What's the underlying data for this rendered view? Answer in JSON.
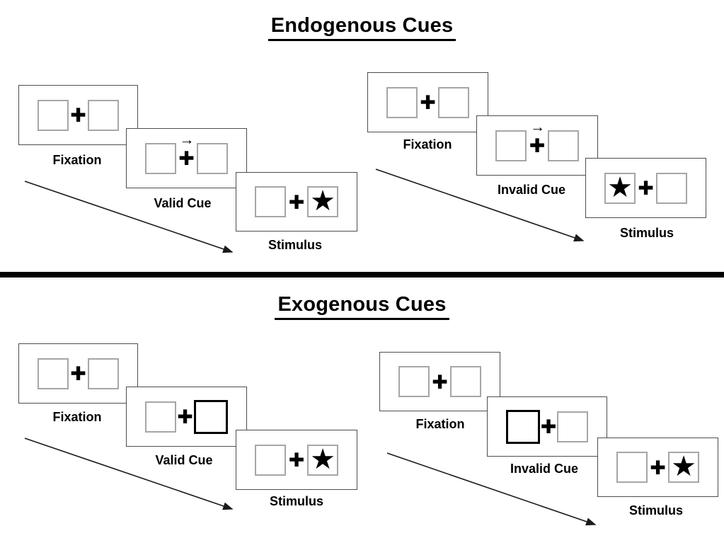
{
  "page": {
    "background": "#ffffff"
  },
  "colors": {
    "ink": "#000000",
    "panel_border": "#4d4d4d",
    "box_border": "#a6a6a6",
    "thick_box_border": "#000000",
    "divider": "#000000"
  },
  "icons": {
    "star": "★",
    "cross": "✚",
    "arrow_right": "→"
  },
  "sections": [
    {
      "title": "Endogenous Cues",
      "groups": [
        {
          "name": "valid",
          "panels": [
            {
              "label": "Fixation",
              "left_box": "plain",
              "center": "cross",
              "right_box": "plain",
              "overlay": null
            },
            {
              "label": "Valid Cue",
              "left_box": "plain",
              "center": "cross",
              "right_box": "plain",
              "overlay": "arrow-right"
            },
            {
              "label": "Stimulus",
              "left_box": "plain",
              "center": "cross",
              "right_box": "star",
              "overlay": null
            }
          ]
        },
        {
          "name": "invalid",
          "panels": [
            {
              "label": "Fixation",
              "left_box": "plain",
              "center": "cross",
              "right_box": "plain",
              "overlay": null
            },
            {
              "label": "Invalid Cue",
              "left_box": "plain",
              "center": "cross",
              "right_box": "plain",
              "overlay": "arrow-right"
            },
            {
              "label": "Stimulus",
              "left_box": "star",
              "center": "cross",
              "right_box": "plain",
              "overlay": null
            }
          ]
        }
      ]
    },
    {
      "title": "Exogenous Cues",
      "groups": [
        {
          "name": "valid",
          "panels": [
            {
              "label": "Fixation",
              "left_box": "plain",
              "center": "cross",
              "right_box": "plain",
              "overlay": null
            },
            {
              "label": "Valid Cue",
              "left_box": "plain",
              "center": "cross",
              "right_box": "thick",
              "overlay": null
            },
            {
              "label": "Stimulus",
              "left_box": "plain",
              "center": "cross",
              "right_box": "star",
              "overlay": null
            }
          ]
        },
        {
          "name": "invalid",
          "panels": [
            {
              "label": "Fixation",
              "left_box": "plain",
              "center": "cross",
              "right_box": "plain",
              "overlay": null
            },
            {
              "label": "Invalid Cue",
              "left_box": "thick",
              "center": "cross",
              "right_box": "plain",
              "overlay": null
            },
            {
              "label": "Stimulus",
              "left_box": "plain",
              "center": "cross",
              "right_box": "star",
              "overlay": null
            }
          ]
        }
      ]
    }
  ]
}
